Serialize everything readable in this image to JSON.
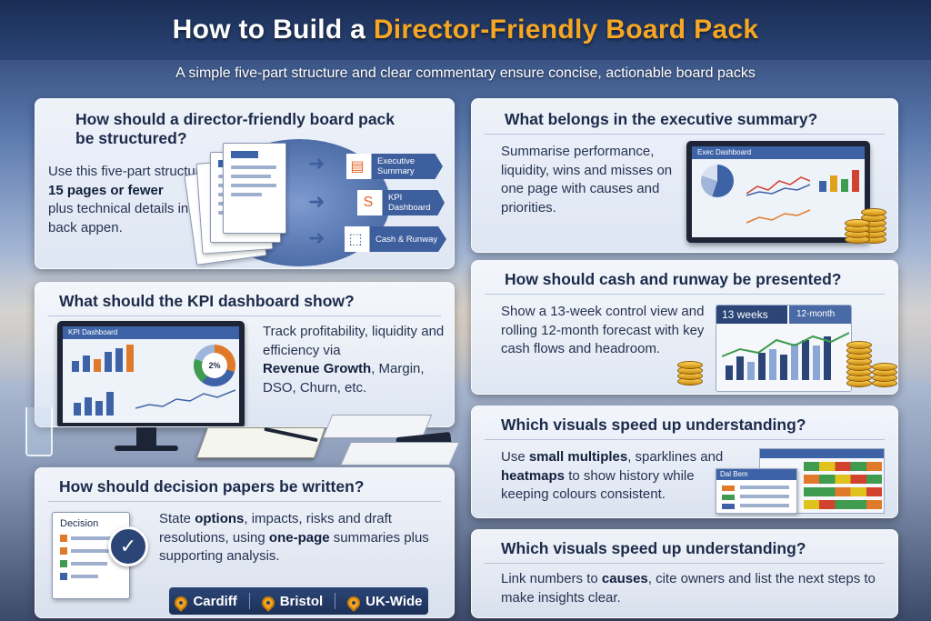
{
  "header": {
    "title_part1": "How to Build a ",
    "title_highlight": "Director-Friendly Board Pack",
    "subtitle": "A simple five-part structure and clear commentary ensure concise, actionable board packs"
  },
  "cards": {
    "structure": {
      "heading": "How should a director-friendly board pack be structured?",
      "text_intro": "Use this five-part structure:",
      "text_bold": "15 pages or fewer",
      "text_rest": "plus technical details in the back appen.",
      "steps": [
        "Executive Summary",
        "KPI Dashboard",
        "Cash & Runway"
      ]
    },
    "executive": {
      "heading": "What belongs in the executive summary?",
      "text": "Summarise performance, liquidity, wins and misses on one page with causes and priorities.",
      "screen_label": "Exec Dashboard"
    },
    "kpi": {
      "heading": "What should the KPI dashboard show?",
      "text_intro": "Track profitability, liquidity and efficiency via",
      "text_bold": "Revenue Growth",
      "text_rest": ", Margin, DSO, Churn, etc.",
      "screen_label": "KPI Dashboard",
      "donut_value": "2%"
    },
    "cash": {
      "heading": "How should cash and runway be presented?",
      "text": "Show a 13-week control view and rolling 12-month forecast with key cash flows and headroom.",
      "label_weeks": "13 weeks",
      "label_month": "12-month"
    },
    "visuals1": {
      "heading": "Which visuals speed up understanding?",
      "text_a": "Use ",
      "bold_a": "small multiples",
      "text_b": ", sparklines and ",
      "bold_b": "heatmaps",
      "text_c": " to show history while keeping colours consistent.",
      "tab_label": "Dal Bem"
    },
    "decision": {
      "heading": "How should decision papers be written?",
      "text_a": "State ",
      "bold_a": "options",
      "text_b": ", impacts, risks and draft resolutions, using ",
      "bold_b": "one-page",
      "text_c": " summaries plus supporting analysis.",
      "doc_label": "Decision"
    },
    "visuals2": {
      "heading": "Which visuals speed up understanding?",
      "text_a": "Link numbers to ",
      "bold_a": "causes",
      "text_b": ", cite owners and list the next steps to make insights clear."
    }
  },
  "locations": [
    "Cardiff",
    "Bristol",
    "UK-Wide"
  ],
  "colors": {
    "accent": "#f5a623",
    "navy": "#1c3058",
    "card_bg": "#eef2f9"
  }
}
